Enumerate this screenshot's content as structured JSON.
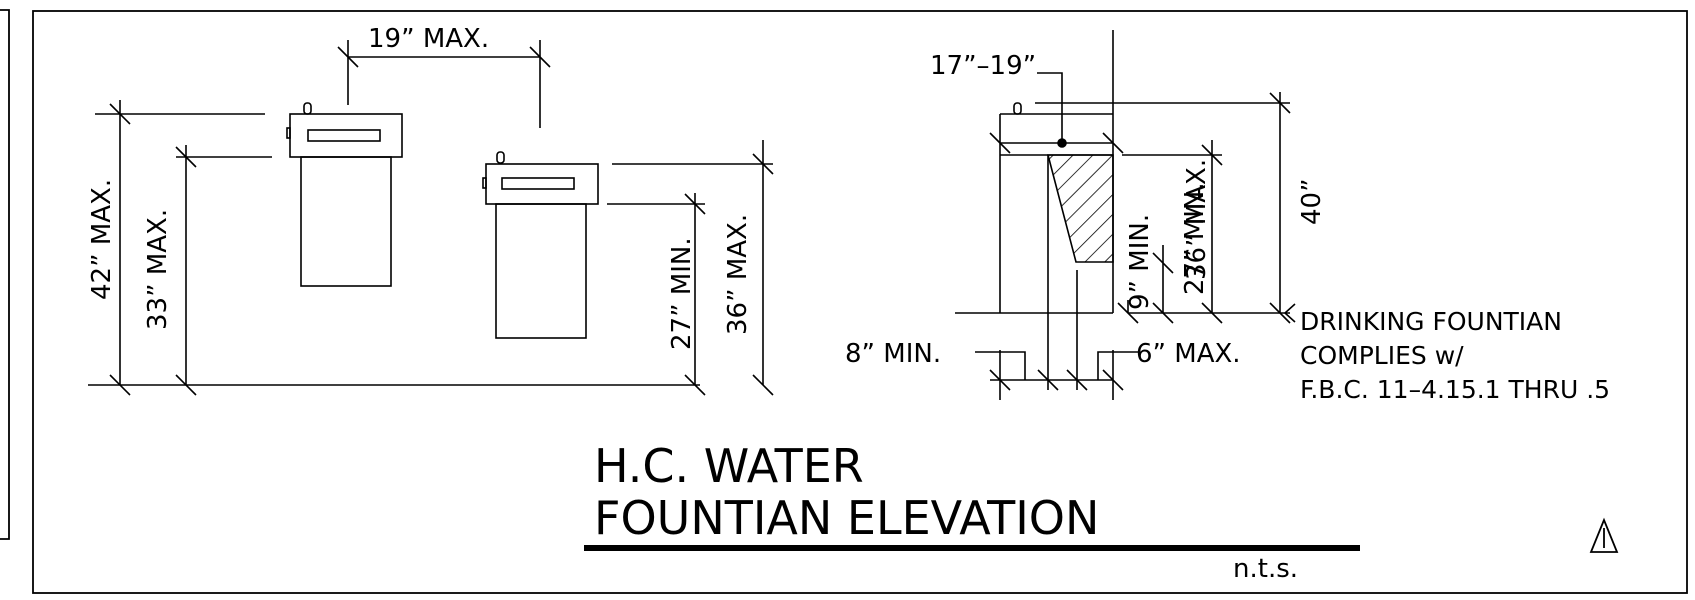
{
  "colors": {
    "ink": "#000000",
    "paper": "#ffffff"
  },
  "left_elevation": {
    "dim_width": "19” MAX.",
    "dim_42": "42” MAX.",
    "dim_33": "33” MAX.",
    "dim_27": "27” MIN.",
    "dim_36": "36” MAX."
  },
  "side_section": {
    "dim_17_19": "17”–19”",
    "dim_36": "36” MAX.",
    "dim_27": "27” MIN.",
    "dim_9": "9” MIN.",
    "dim_40": "40”",
    "dim_8": "8” MIN.",
    "dim_6": "6” MAX."
  },
  "note": {
    "line1": "DRINKING FOUNTIAN",
    "line2": "COMPLIES w/",
    "line3": "F.B.C. 11–4.15.1 THRU .5"
  },
  "title": {
    "line1": "H.C. WATER",
    "line2": "FOUNTIAN ELEVATION",
    "scale": "n.t.s."
  },
  "revision_icon": "revision-delta-icon"
}
